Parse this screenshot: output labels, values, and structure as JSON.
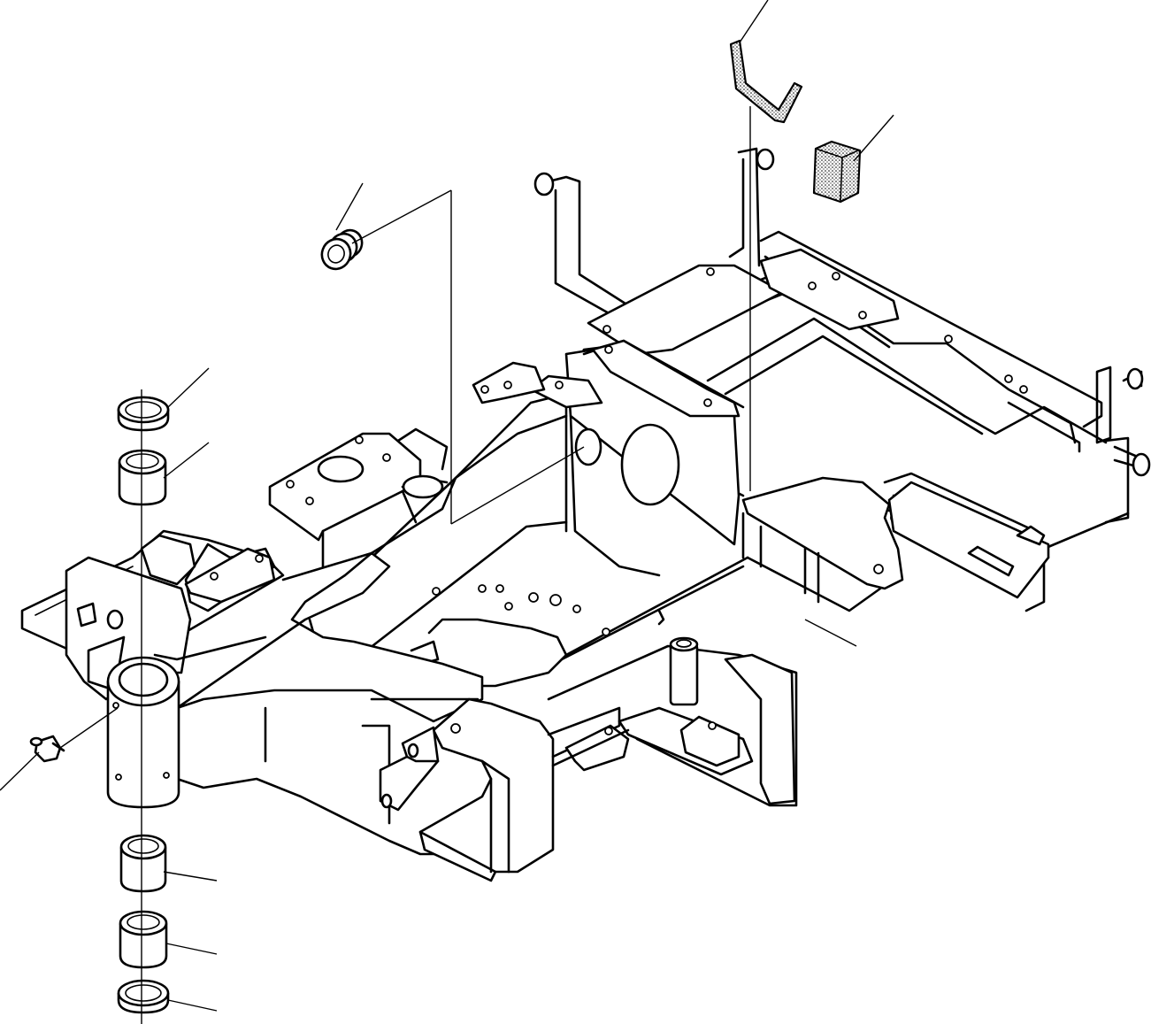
{
  "diagram": {
    "colors": {
      "line": "#000000",
      "background": "#ffffff",
      "stipple": "#000000"
    },
    "parts": [
      {
        "name": "boom-bracket-frame"
      },
      {
        "name": "bushing-upper"
      },
      {
        "name": "bushing-lower"
      },
      {
        "name": "seal-ring-upper"
      },
      {
        "name": "seal-ring-lower"
      },
      {
        "name": "grease-fitting"
      },
      {
        "name": "grommet"
      },
      {
        "name": "hose-guard"
      },
      {
        "name": "rubber-cushion"
      }
    ]
  }
}
